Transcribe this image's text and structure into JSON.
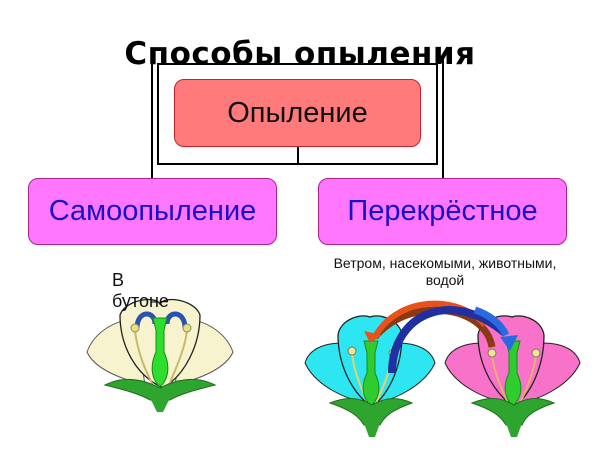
{
  "title": "Способы опыления",
  "root": {
    "label": "Опыление",
    "fill": "#ff7a7a",
    "border": "#c8202a"
  },
  "children": [
    {
      "label": "Самоопыление",
      "fill": "#ff77ff",
      "text_color": "#1a10c8"
    },
    {
      "label": "Перекрёстное",
      "fill": "#ff77ff",
      "text_color": "#1a10c8"
    }
  ],
  "self_pollination": {
    "label_line1": "В",
    "label_line2": "бутоне",
    "flower_petal_color": "#f7f3cf",
    "arrow_color": "#2a52b0"
  },
  "cross_pollination": {
    "caption_line1": "Ветром, насекомыми, животными,",
    "caption_line2": "водой",
    "flower_left_color": "#2ee6f2",
    "flower_right_color": "#f772c8",
    "arrow_colors": [
      "#e8501c",
      "#2130a0",
      "#8a3a12",
      "#2a6ae0"
    ]
  },
  "colors": {
    "sepal": "#2ea52e",
    "pistil": "#2ede2e",
    "connector": "#000000"
  }
}
